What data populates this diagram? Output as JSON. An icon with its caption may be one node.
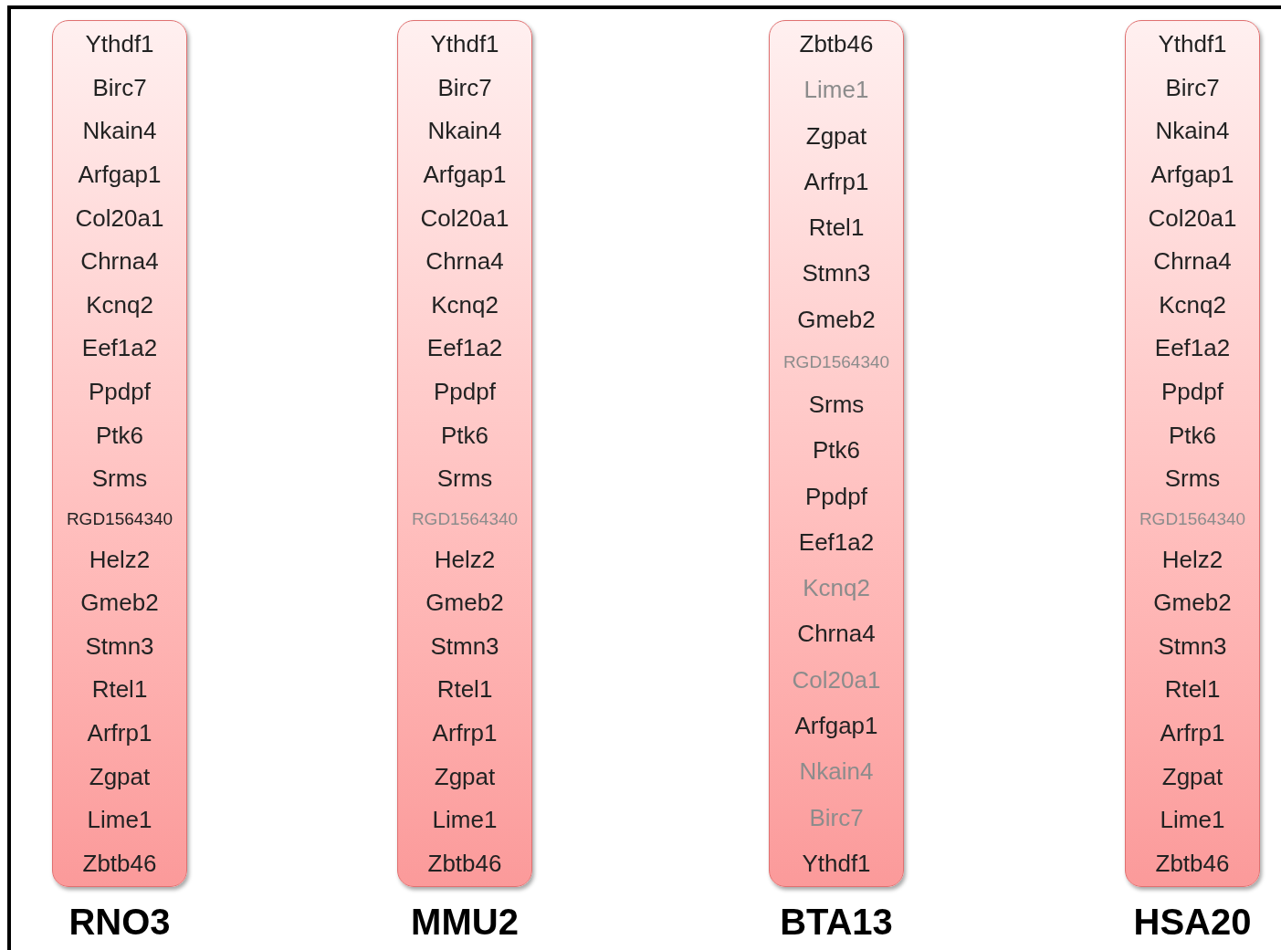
{
  "diagram": {
    "nodes": [
      {
        "text": [
          "Ythdf1",
          "Birc7",
          "Nkain4",
          "Arfgap1",
          "Col20a1",
          "Chrna4",
          "Kcnq2",
          "Eef1a2",
          "Ppdpf",
          "Ptk6",
          "Srms",
          "RGD1564340",
          "Helz2",
          "Gmeb2",
          "Stmn3",
          "Rtel1",
          "Arfrp1",
          "Zgpat",
          "Lime1",
          "Zbtb46"
        ],
        "beside": [
          "RNO3"
        ]
      },
      {
        "text": [
          "Ythdf1",
          "Birc7",
          "Nkain4",
          "Arfgap1",
          "Col20a1",
          "Chrna4",
          "Kcnq2",
          "Eef1a2",
          "Ppdpf",
          "Ptk6",
          "Srms",
          "RGD1564340",
          "Helz2",
          "Gmeb2",
          "Stmn3",
          "Rtel1",
          "Arfrp1",
          "Zgpat",
          "Lime1",
          "Zbtb46"
        ],
        "beside": [
          "MMU2"
        ]
      },
      {
        "text": [
          "Zbtb46",
          "Lime1",
          "Zgpat",
          "Arfrp1",
          "Rtel1",
          "Stmn3",
          "Gmeb2",
          "RGD1564340",
          "Srms",
          "Ptk6",
          "Ppdpf",
          "Eef1a2",
          "Kcnq2",
          "Chrna4",
          "Col20a1",
          "Arfgap1",
          "Nkain4",
          "Birc7",
          "Ythdf1"
        ],
        "beside": [
          "BTA13"
        ]
      },
      {
        "text": [
          "Ythdf1",
          "Birc7",
          "Nkain4",
          "Arfgap1",
          "Col20a1",
          "Chrna4",
          "Kcnq2",
          "Eef1a2",
          "Ppdpf",
          "Ptk6",
          "Srms",
          "RGD1564340",
          "Helz2",
          "Gmeb2",
          "Stmn3",
          "Rtel1",
          "Arfrp1",
          "Zgpat",
          "Lime1",
          "Zbtb46"
        ],
        "beside": [
          "HSA20"
        ]
      }
    ]
  }
}
